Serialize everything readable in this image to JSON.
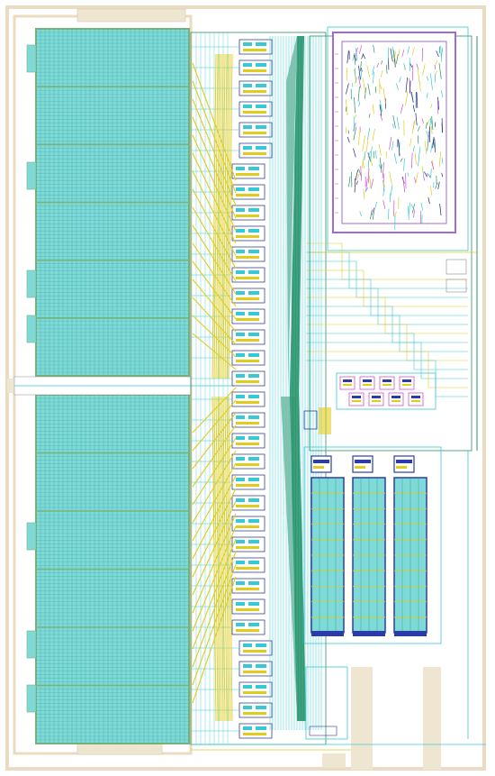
{
  "canvas": {
    "background": "#ffffff",
    "description_visible_text": ""
  },
  "palette": {
    "outline_beige": "#e9dcc3",
    "pad_beige": "#efe6d2",
    "array_fill": "#7fd9d6",
    "array_grid": "#1f9b97",
    "array_frame": "#79b17a",
    "metal_cyan": "#37c9d6",
    "metal_yellow": "#e1cc1b",
    "metal_green": "#2f8f61",
    "metal_navy": "#1f2b7a",
    "metal_purple": "#a06ad6",
    "poly_magenta": "#cf4fd3",
    "cell_blue": "#2b3ca8",
    "gray": "#8a8a8a"
  },
  "blocks": {
    "left_memory_arrays": {
      "name": "sram-arrays",
      "count": 2
    },
    "decoder_column": {
      "name": "row-decoder-column",
      "rows": 34
    },
    "wire_fan": {
      "name": "routing-fan"
    },
    "logic_block": {
      "name": "synthesized-logic-block"
    },
    "ctrl_cells": {
      "name": "control-cells-strip",
      "count": 8
    },
    "cap_banks": {
      "name": "capacitor-banks",
      "count": 3
    },
    "pads": {
      "name": "io-pads"
    }
  }
}
